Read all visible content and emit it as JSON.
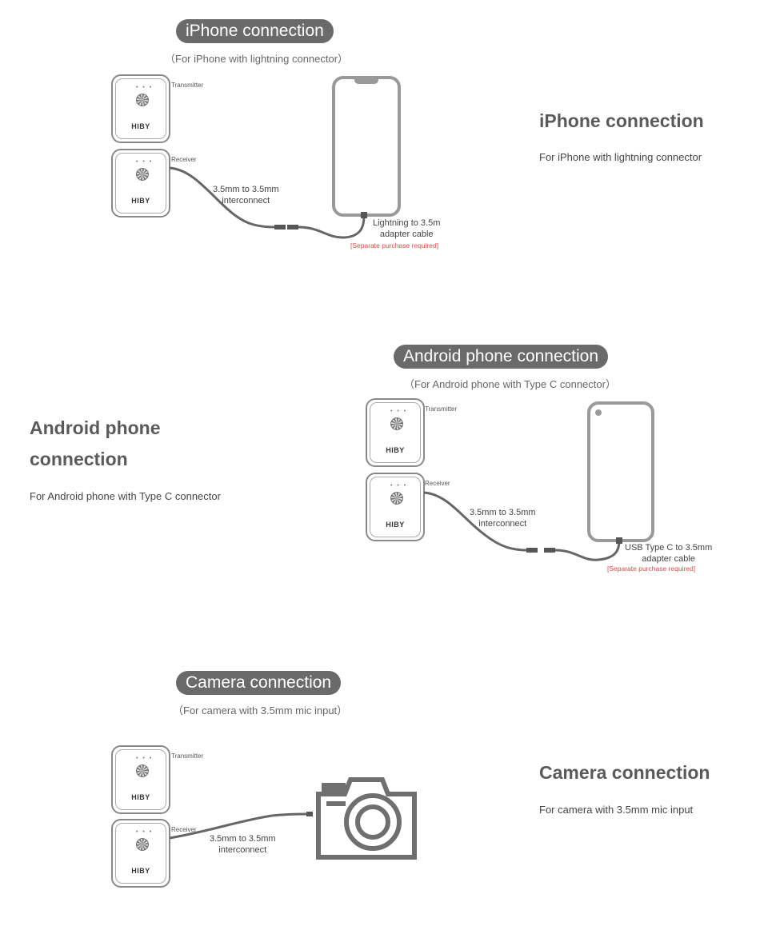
{
  "iphone": {
    "pill_title": "iPhone connection",
    "subtitle": "（For iPhone with lightning connector）",
    "transmitter_label": "Transmitter",
    "receiver_label": "Receiver",
    "device_logo": "HIBY",
    "interconnect_label_1": "3.5mm to 3.5mm",
    "interconnect_label_2": "interconnect",
    "adapter_label_1": "Lightning to 3.5m",
    "adapter_label_2": "adapter cable",
    "adapter_note": "[Separate purchase required]",
    "heading": "iPhone connection",
    "description": "For iPhone with lightning connector"
  },
  "android": {
    "pill_title": "Android phone connection",
    "subtitle": "（For Android phone with Type C connector）",
    "transmitter_label": "Transmitter",
    "receiver_label": "Receiver",
    "device_logo": "HIBY",
    "interconnect_label_1": "3.5mm to 3.5mm",
    "interconnect_label_2": "interconnect",
    "adapter_label_1": "USB Type C to 3.5mm",
    "adapter_label_2": "adapter cable",
    "adapter_note": "[Separate purchase required]",
    "heading_line_1": "Android phone",
    "heading_line_2": "connection",
    "description": "For Android phone with Type C connector"
  },
  "camera": {
    "pill_title": "Camera connection",
    "subtitle": "（For camera with 3.5mm mic input）",
    "transmitter_label": "Transmitter",
    "receiver_label": "Receiver",
    "device_logo": "HIBY",
    "interconnect_label_1": "3.5mm to 3.5mm",
    "interconnect_label_2": "interconnect",
    "heading": "Camera connection",
    "description": "For camera with 3.5mm mic input"
  },
  "colors": {
    "pill_bg": "#6a6a6a",
    "heading": "#5a5a5a",
    "warning": "#e04848"
  }
}
